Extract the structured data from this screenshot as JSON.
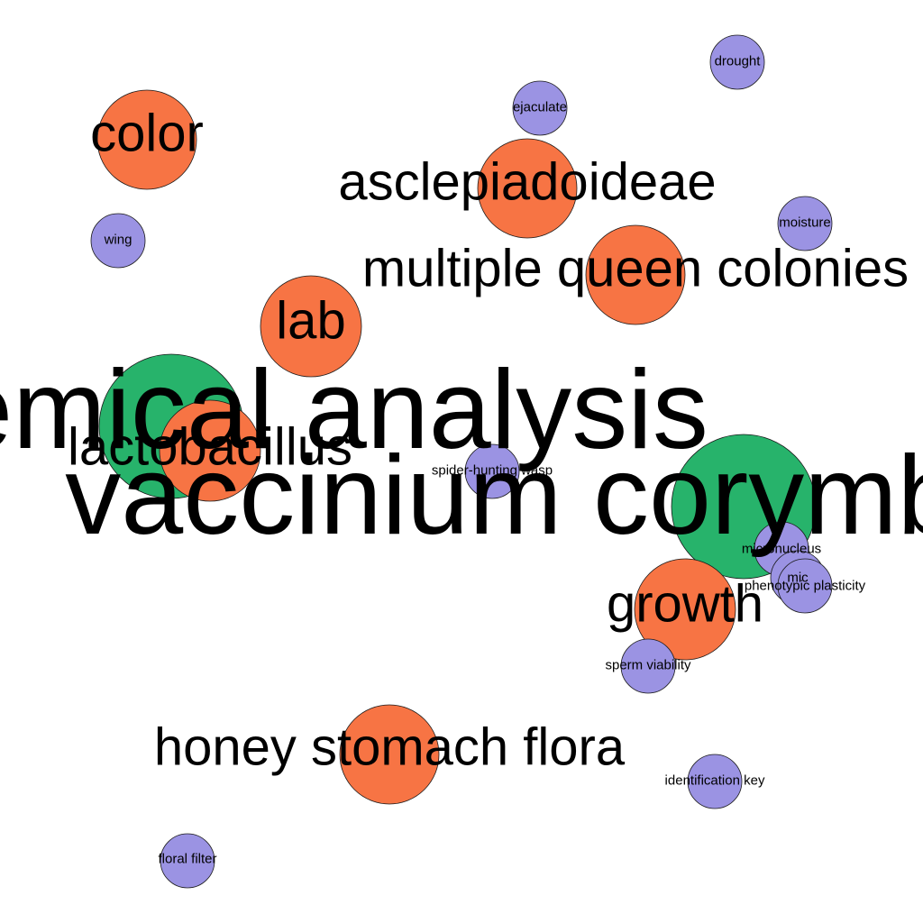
{
  "colors": {
    "background": "#ffffff",
    "green": "#27b36b",
    "orange": "#f77444",
    "purple": "#9b93e3"
  },
  "nodes": [
    {
      "id": "drought",
      "label": "drought",
      "group": "purple",
      "size": "small"
    },
    {
      "id": "ejaculate",
      "label": "ejaculate",
      "group": "purple",
      "size": "small"
    },
    {
      "id": "color",
      "label": "color",
      "group": "orange",
      "size": "medium"
    },
    {
      "id": "asclepiadoideae",
      "label": "asclepiadoideae",
      "group": "orange",
      "size": "medium"
    },
    {
      "id": "moisture",
      "label": "moisture",
      "group": "purple",
      "size": "small"
    },
    {
      "id": "wing",
      "label": "wing",
      "group": "purple",
      "size": "small"
    },
    {
      "id": "multiple-queen-colonies",
      "label": "multiple queen colonies",
      "group": "orange",
      "size": "medium"
    },
    {
      "id": "lab",
      "label": "lab",
      "group": "orange",
      "size": "medium"
    },
    {
      "id": "chemical-analysis",
      "label": "chemical analysis",
      "group": "green",
      "size": "large"
    },
    {
      "id": "lactobacillus",
      "label": "lactobacillus",
      "group": "orange",
      "size": "medium"
    },
    {
      "id": "spider-hunting-wasp",
      "label": "spider-hunting wasp",
      "group": "purple",
      "size": "small"
    },
    {
      "id": "vaccinium-corymbosum",
      "label": "vaccinium corymbosum",
      "group": "green",
      "size": "large"
    },
    {
      "id": "micronucleus",
      "label": "micronucleus",
      "group": "purple",
      "size": "small"
    },
    {
      "id": "mic",
      "label": "mic",
      "group": "purple",
      "size": "small"
    },
    {
      "id": "phenotypic-plasticity",
      "label": "phenotypic plasticity",
      "group": "purple",
      "size": "small"
    },
    {
      "id": "growth",
      "label": "growth",
      "group": "orange",
      "size": "medium"
    },
    {
      "id": "sperm-viability",
      "label": "sperm viability",
      "group": "purple",
      "size": "small"
    },
    {
      "id": "honey-stomach-flora",
      "label": "honey stomach flora",
      "group": "orange",
      "size": "medium"
    },
    {
      "id": "identification-key",
      "label": "identification key",
      "group": "purple",
      "size": "small"
    },
    {
      "id": "floral-filter",
      "label": "floral filter",
      "group": "purple",
      "size": "small"
    }
  ]
}
